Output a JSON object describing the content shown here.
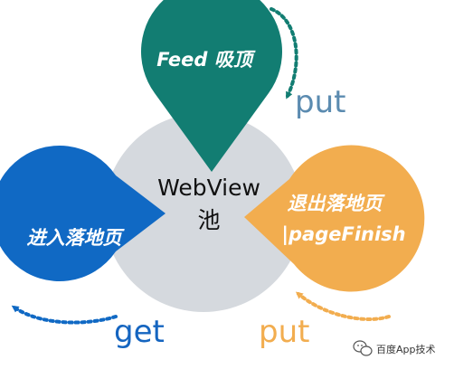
{
  "diagram": {
    "center": {
      "line1": "WebView",
      "line2": "池"
    },
    "top_petal": {
      "label": "Feed 吸顶"
    },
    "left_petal": {
      "label": "进入落地页"
    },
    "right_petal": {
      "line1": "退出落地页",
      "line2": "|pageFinish"
    },
    "arrows": {
      "top_right": "put",
      "bottom_left": "get",
      "bottom_right": "put"
    }
  },
  "watermark": {
    "text": "百度App技术"
  },
  "colors": {
    "center": "#d5d9de",
    "top_petal": "#127d72",
    "left_petal": "#1069c4",
    "right_petal": "#f2ad4f",
    "put_top": "#5b8bb0",
    "get": "#1565c0",
    "put_bottom": "#f2ad4f"
  }
}
